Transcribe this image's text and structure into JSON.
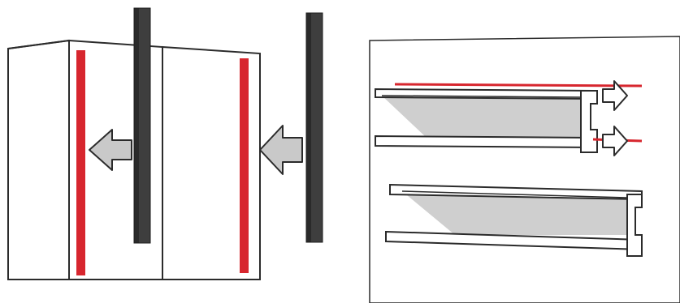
{
  "colors": {
    "background": "#ffffff",
    "outline": "#2b2b2b",
    "red_strip": "#d7262e",
    "handle": "#3e3e3e",
    "handle_dark": "#2a2a2a",
    "arrow_fill": "#c9c9c9",
    "shading": "#cfcfcf"
  },
  "panels": {
    "left": {
      "description_icons": [
        "cabinet-icon",
        "handle-profile-icon",
        "insert-arrow-icon"
      ],
      "handle_count": 2,
      "red_strip_count": 2,
      "arrow_count": 2
    },
    "right": {
      "description_icons": [
        "rail-profile-icon",
        "red-insert-line-icon",
        "slide-out-arrow-icon"
      ],
      "profile_count": 2,
      "red_line_count": 2,
      "arrow_count": 2
    }
  }
}
